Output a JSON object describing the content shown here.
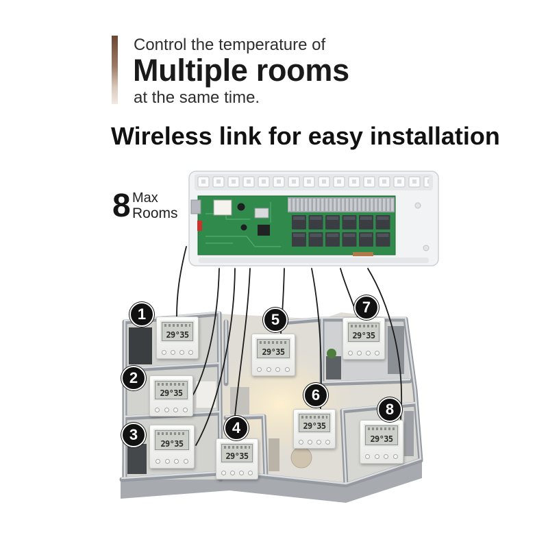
{
  "header": {
    "line1": "Control the temperature of",
    "line2": "Multiple rooms",
    "line3": "at the same time."
  },
  "subheading": "Wireless link for easy installation",
  "capacity": {
    "number": "8",
    "line1": "Max",
    "line2": "Rooms"
  },
  "rooms": [
    {
      "label": "1",
      "display": "29°35"
    },
    {
      "label": "2",
      "display": "29°35"
    },
    {
      "label": "3",
      "display": "29°35"
    },
    {
      "label": "4",
      "display": "29°35"
    },
    {
      "label": "5",
      "display": "29°35"
    },
    {
      "label": "6",
      "display": "29°35"
    },
    {
      "label": "7",
      "display": "29°35"
    },
    {
      "label": "8",
      "display": "29°35"
    }
  ],
  "colors": {
    "accent_bar_top": "#6b4732",
    "accent_bar_bottom": "#f1e9e2",
    "circuit_board": "#2f8a4c",
    "relay": "#3a3e43",
    "badge": "#111111",
    "wire": "#1a1a1a"
  }
}
